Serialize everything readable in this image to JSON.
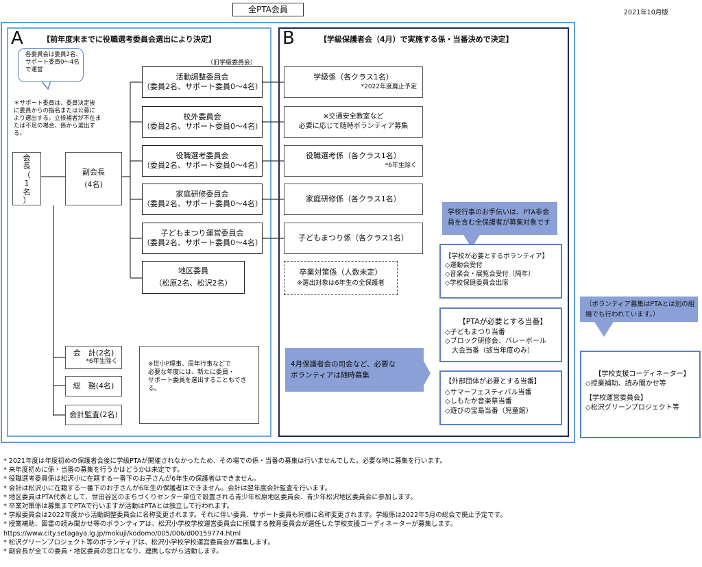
{
  "title": "全PTA会員",
  "edition": "2021年10月版",
  "section_a": {
    "letter": "A",
    "header": "【前年度末までに役職選考委員会選出により決定】",
    "callout": [
      "各委員会は委員2名、",
      "サポート委員0～4名",
      "で運営"
    ],
    "support_note": [
      "＊サポート委員は、委員決定後",
      "に委員からの指名または公募に",
      "より選出する。立候補者が不在ま",
      "たは不足の場合、係から選出す",
      "る。"
    ],
    "old_label": "（旧学級委員会）",
    "president": [
      "会",
      "長",
      "（",
      "1",
      "名",
      "）"
    ],
    "vice": {
      "name": "副会長",
      "count": "(4名)"
    },
    "committees": [
      {
        "name": "活動調整委員会",
        "sub": "（委員2名、サポート委員0～4名）"
      },
      {
        "name": "校外委員会",
        "sub": "（委員2名、サポート委員0～4名）"
      },
      {
        "name": "役職選考委員会",
        "sub": "（委員2名、サポート委員0～4名）"
      },
      {
        "name": "家庭研修委員会",
        "sub": "（委員2名、サポート委員0～4名）"
      },
      {
        "name": "子どもまつり運営委員会",
        "sub": "（委員2名、サポート委員0～4名）"
      },
      {
        "name": "地区委員",
        "sub": "（松原2名、松沢2名）"
      }
    ],
    "treasurer": {
      "name": "会　計(2名)",
      "note": "*6年生除く"
    },
    "general_affairs": "総　務(4名)",
    "auditor": "会計監査(2名)",
    "ppt_note": [
      "※世小P理事、周年行事などで",
      "必要な年度には、新たに委員・",
      "サポート委員を選出することもでき",
      "る。"
    ]
  },
  "section_b": {
    "letter": "B",
    "header": "【学級保護者会（4月）で実施する係・当番決めで決定】",
    "roles": [
      {
        "name": "学級係（各クラス1名）",
        "note": "*2022年度廃止予定"
      },
      {
        "name": "※交通安全教室など",
        "sub": "必要に応じて随時ボランティア募集"
      },
      {
        "name": "役職選考係（各クラス1名）",
        "note": "*6年生除く"
      },
      {
        "name": "家庭研修係（各クラス1名）"
      },
      {
        "name": "子どもまつり係（各クラス1名）"
      }
    ],
    "graduation": {
      "name": "卒業対策係（人数未定）",
      "note": "※選出対象は6年生の全保護者"
    },
    "school_event_callout": [
      "学校行事のお手伝いは、PTA非会",
      "員を含む全保護者が募集対象です"
    ],
    "school_volunteer": {
      "title": "【学校が必要とするボランティア】",
      "items": [
        "◇運動会受付",
        "◇音楽会・展覧会受付（隔年）",
        "◇学校保健委員会出席"
      ]
    },
    "pta_duty": {
      "title": "【PTAが必要とする当番】",
      "items": [
        "◇子どもまつり当番",
        "◇ブロック研修会、バレーボール",
        "　大会当番（該当年度のみ）"
      ]
    },
    "external_duty": {
      "title": "【外部団体が必要とする当番】",
      "items": [
        "◇サマーフェスティバル当番",
        "◇しもたか音楽祭当番",
        "◇遊びの宝島当番（児童館）"
      ]
    },
    "meeting_arrow": [
      "4月保護者会の司会など、必要な",
      "ボランティアは随時募集"
    ]
  },
  "coordinator": {
    "callout": [
      "（ボランティア募集はPTAとは別の組",
      "織でも行われています。）"
    ],
    "lines": [
      "【学校支援コーディネーター】",
      "◇授業補助、読み聞かせ等",
      "",
      "【学校運営委員会】",
      "◇松沢グリーンプロジェクト等"
    ]
  },
  "footnotes": [
    "* 2021年度は年度初めの保護者会後に学級PTAが開催されなかったため、その場での係・当番の募集は行いませんでした。必要な時に募集を行います。",
    "* 来年度初めに係・当番の募集を行うかはどうかは未定です。",
    "* 役職選考委員係は松沢小に在籍する一番下のお子さんが6年生の保護者はできません。",
    "* 会計は松沢小に在籍する一番下のお子さんが6年生の保護者はできません。会計は翌年度会計監査を行います。",
    "* 地区委員はPTA代表として、世田谷区のまちづくりセンター単位で設置される青少年松原地区委員会、青少年松沢地区委員会に参加します。",
    "* 卒業対策係は募集までPTAで行いますが活動はPTAとは独立して行われます。",
    "* 学級委員会は2022年度から活動調整委員会に名称変更されます。それに伴い委員、サポート委員も同様に名称変更されます。学級係は2022年5月の総会で廃止予定です。",
    "* 授業補助、図書の読み聞かせ等のボランティアは、松沢小学校学校運営委員会に所属する教育委員会が選任した学校支援コーディネーターが募集します。",
    "https://www.city.setagaya.lg.jp/mokuji/kodomo/005/006/d00159774.html",
    "* 松沢グリーンプロジェクト等のボランティアは、松沢小学校学校運営委員会が募集します。",
    "* 副会長が全ての委員・地区委員の窓口となり、連携しながら活動します。"
  ],
  "colors": {
    "outer_blue": "#5b9bd5",
    "section_b_border": "#1f2a4d",
    "callout_border": "#5b7fc4",
    "callout_fill": "#8aa0d6"
  }
}
